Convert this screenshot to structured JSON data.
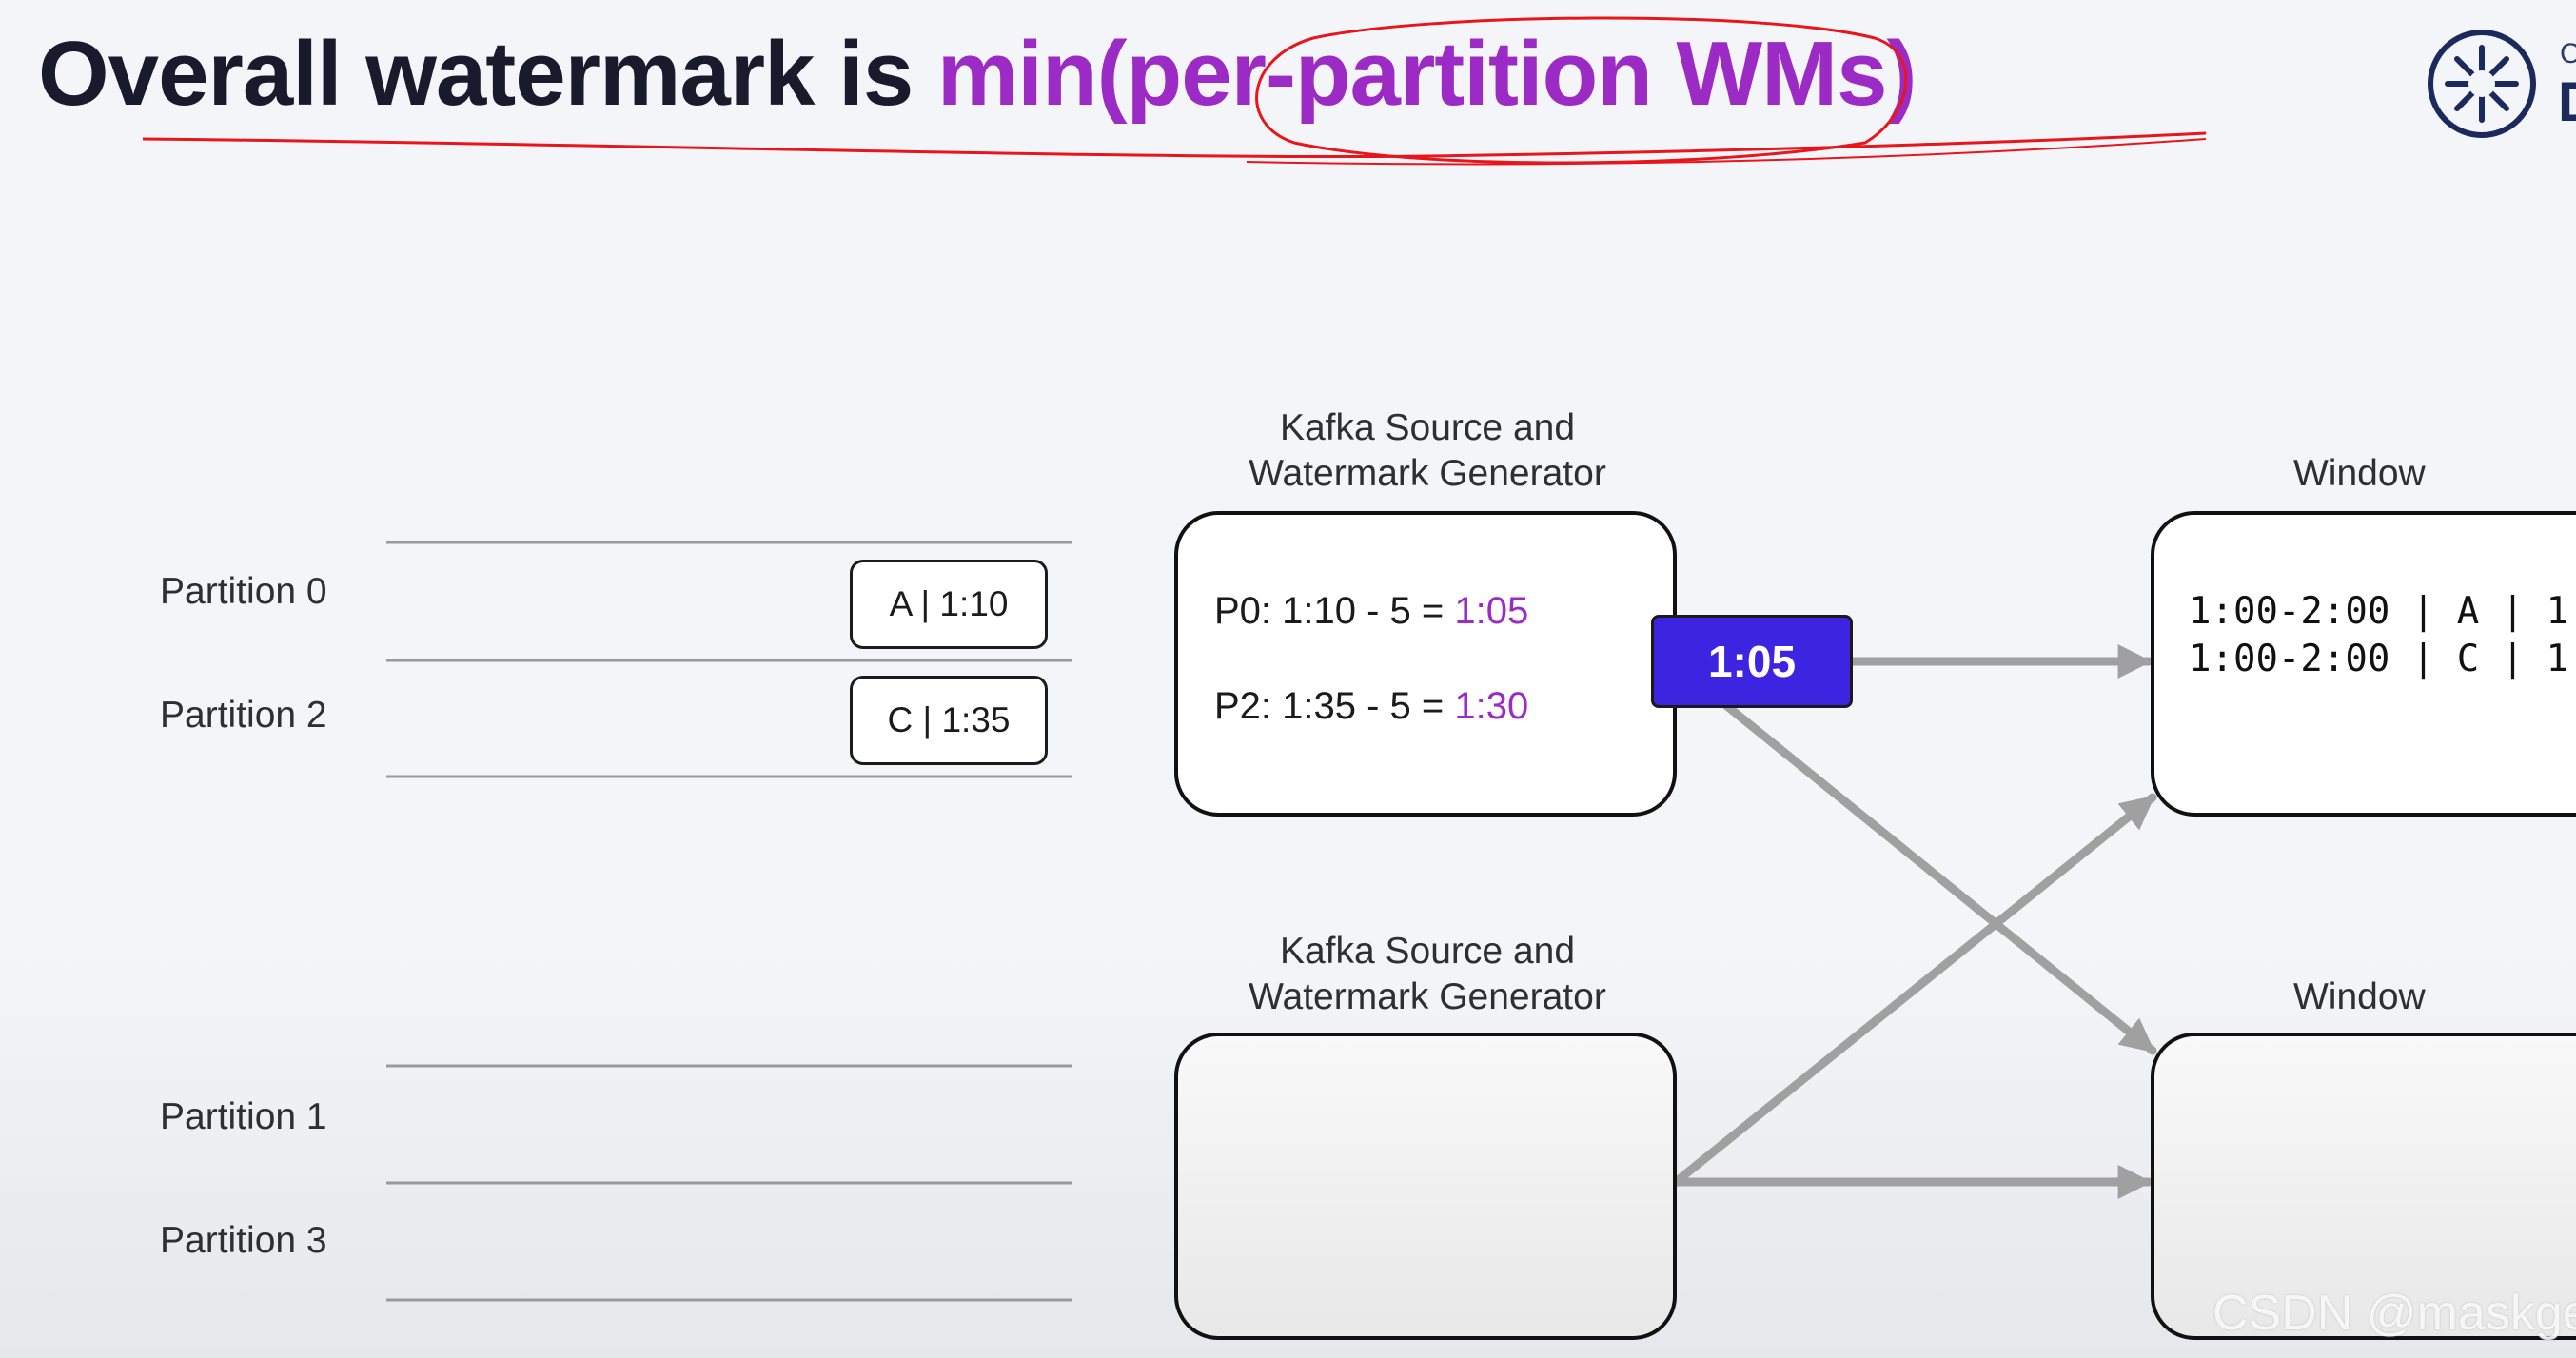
{
  "title": {
    "prefix": "Overall watermark is ",
    "accent": "min(per-partition WMs)"
  },
  "colors": {
    "accent": "#9c2bc6",
    "badge": "#3c24e0",
    "annotation": "#e8151b",
    "arrow": "#a0a0a0"
  },
  "partitions": [
    {
      "label": "Partition 0",
      "record": "A | 1:10"
    },
    {
      "label": "Partition 2",
      "record": "C | 1:35"
    },
    {
      "label": "Partition 1",
      "record": ""
    },
    {
      "label": "Partition 3",
      "record": ""
    }
  ],
  "sources": [
    {
      "label_line1": "Kafka Source and",
      "label_line2": "Watermark Generator",
      "lines": [
        {
          "text": "P0: 1:10 - 5 = ",
          "value": "1:05"
        },
        {
          "text": "P2: 1:35 - 5 = ",
          "value": "1:30"
        }
      ]
    },
    {
      "label_line1": "Kafka Source and",
      "label_line2": "Watermark Generator",
      "lines": []
    }
  ],
  "watermark_badge": "1:05",
  "windows": [
    {
      "label": "Window",
      "rows": [
        "1:00-2:00 | A | 1",
        "1:00-2:00 | C | 1"
      ]
    },
    {
      "label": "Window",
      "rows": []
    }
  ],
  "footer_watermark": "CSDN @maskge",
  "logo": {
    "line1": "C",
    "line2": "D"
  }
}
